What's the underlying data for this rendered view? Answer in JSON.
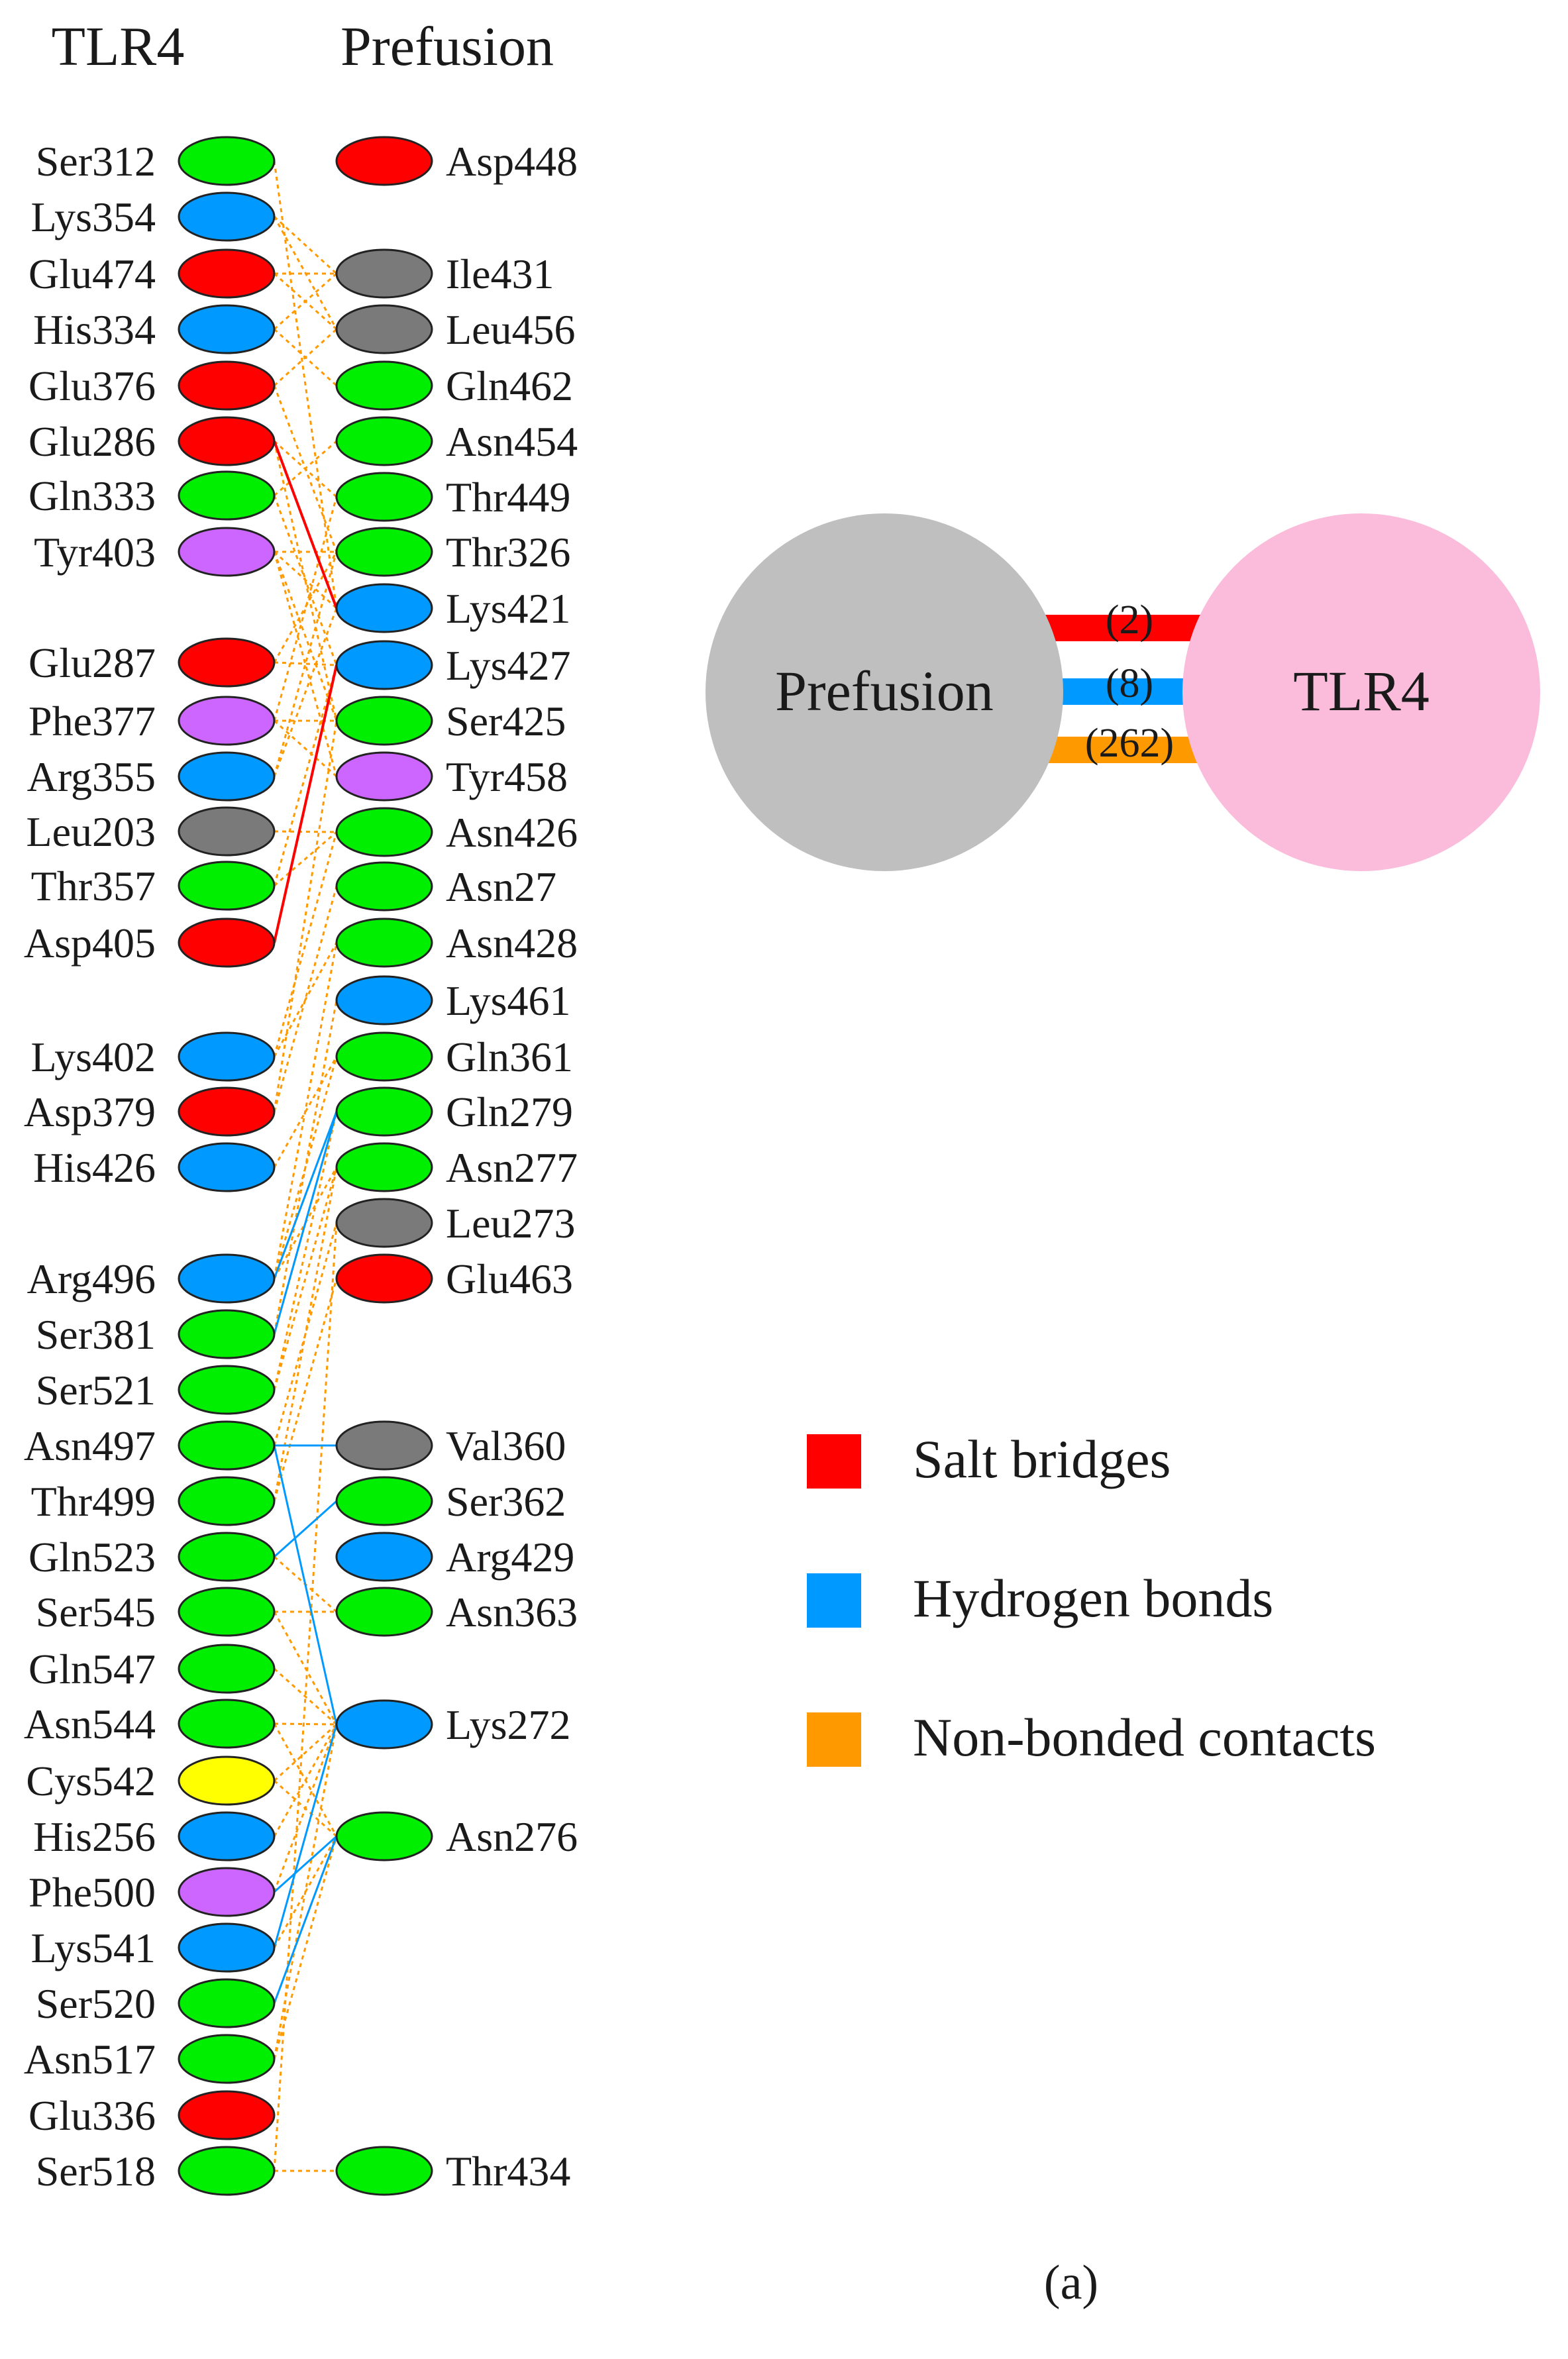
{
  "headers": {
    "left": "TLR4",
    "right": "Prefusion"
  },
  "colors": {
    "green": "#00ee00",
    "blue": "#0099ff",
    "red": "#ff0000",
    "grey": "#7a7a7a",
    "purple": "#cc66ff",
    "yellow": "#ffff00",
    "salt_bridge": "#ff0000",
    "hydrogen_bond": "#0099ff",
    "non_bonded": "#ff9900",
    "prefusion_node": "#bfbfbf",
    "tlr4_node": "#fbbcdc"
  },
  "tlr4_residues": [
    {
      "name": "Ser312",
      "color": "green"
    },
    {
      "name": "Lys354",
      "color": "blue"
    },
    {
      "name": "Glu474",
      "color": "red"
    },
    {
      "name": "His334",
      "color": "blue"
    },
    {
      "name": "Glu376",
      "color": "red"
    },
    {
      "name": "Glu286",
      "color": "red"
    },
    {
      "name": "Gln333",
      "color": "green"
    },
    {
      "name": "Tyr403",
      "color": "purple"
    },
    {
      "name": "Glu287",
      "color": "red"
    },
    {
      "name": "Phe377",
      "color": "purple"
    },
    {
      "name": "Arg355",
      "color": "blue"
    },
    {
      "name": "Leu203",
      "color": "grey"
    },
    {
      "name": "Thr357",
      "color": "green"
    },
    {
      "name": "Asp405",
      "color": "red"
    },
    {
      "name": "Lys402",
      "color": "blue"
    },
    {
      "name": "Asp379",
      "color": "red"
    },
    {
      "name": "His426",
      "color": "blue"
    },
    {
      "name": "Arg496",
      "color": "blue"
    },
    {
      "name": "Ser381",
      "color": "green"
    },
    {
      "name": "Ser521",
      "color": "green"
    },
    {
      "name": "Asn497",
      "color": "green"
    },
    {
      "name": "Thr499",
      "color": "green"
    },
    {
      "name": "Gln523",
      "color": "green"
    },
    {
      "name": "Ser545",
      "color": "green"
    },
    {
      "name": "Gln547",
      "color": "green"
    },
    {
      "name": "Asn544",
      "color": "green"
    },
    {
      "name": "Cys542",
      "color": "yellow"
    },
    {
      "name": "His256",
      "color": "blue"
    },
    {
      "name": "Phe500",
      "color": "purple"
    },
    {
      "name": "Lys541",
      "color": "blue"
    },
    {
      "name": "Ser520",
      "color": "green"
    },
    {
      "name": "Asn517",
      "color": "green"
    },
    {
      "name": "Glu336",
      "color": "red"
    },
    {
      "name": "Ser518",
      "color": "green"
    }
  ],
  "prefusion_residues": [
    {
      "name": "Asp448",
      "color": "red"
    },
    {
      "name": "Ile431",
      "color": "grey"
    },
    {
      "name": "Leu456",
      "color": "grey"
    },
    {
      "name": "Gln462",
      "color": "green"
    },
    {
      "name": "Asn454",
      "color": "green"
    },
    {
      "name": "Thr449",
      "color": "green"
    },
    {
      "name": "Thr326",
      "color": "green"
    },
    {
      "name": "Lys421",
      "color": "blue"
    },
    {
      "name": "Lys427",
      "color": "blue"
    },
    {
      "name": "Ser425",
      "color": "green"
    },
    {
      "name": "Tyr458",
      "color": "purple"
    },
    {
      "name": "Asn426",
      "color": "green"
    },
    {
      "name": "Asn27",
      "color": "green"
    },
    {
      "name": "Asn428",
      "color": "green"
    },
    {
      "name": "Lys461",
      "color": "blue"
    },
    {
      "name": "Gln361",
      "color": "green"
    },
    {
      "name": "Gln279",
      "color": "green"
    },
    {
      "name": "Asn277",
      "color": "green"
    },
    {
      "name": "Leu273",
      "color": "grey"
    },
    {
      "name": "Glu463",
      "color": "red"
    },
    {
      "name": "Val360",
      "color": "grey"
    },
    {
      "name": "Ser362",
      "color": "green"
    },
    {
      "name": "Arg429",
      "color": "blue"
    },
    {
      "name": "Asn363",
      "color": "green"
    },
    {
      "name": "Lys272",
      "color": "blue"
    },
    {
      "name": "Asn276",
      "color": "green"
    },
    {
      "name": "Thr434",
      "color": "green"
    }
  ],
  "interactions": {
    "salt_bridges": [
      [
        "Glu286",
        "Lys421"
      ],
      [
        "Asp405",
        "Lys427"
      ]
    ],
    "hydrogen_bonds": [
      [
        "Arg496",
        "Gln279"
      ],
      [
        "Ser381",
        "Gln279"
      ],
      [
        "Asn497",
        "Val360"
      ],
      [
        "Gln523",
        "Ser362"
      ],
      [
        "Asn497",
        "Lys272"
      ],
      [
        "Lys541",
        "Lys272"
      ],
      [
        "Ser520",
        "Asn276"
      ],
      [
        "Phe500",
        "Asn276"
      ]
    ],
    "non_bonded": [
      [
        "Ser312",
        "Lys421"
      ],
      [
        "Lys354",
        "Leu456"
      ],
      [
        "Lys354",
        "Ile431"
      ],
      [
        "Glu474",
        "Leu456"
      ],
      [
        "Glu474",
        "Ile431"
      ],
      [
        "His334",
        "Gln462"
      ],
      [
        "His334",
        "Ile431"
      ],
      [
        "Glu376",
        "Leu456"
      ],
      [
        "Glu376",
        "Thr326"
      ],
      [
        "Glu286",
        "Thr449"
      ],
      [
        "Glu286",
        "Ser425"
      ],
      [
        "Gln333",
        "Asn454"
      ],
      [
        "Gln333",
        "Lys427"
      ],
      [
        "Tyr403",
        "Thr326"
      ],
      [
        "Tyr403",
        "Lys421"
      ],
      [
        "Tyr403",
        "Tyr458"
      ],
      [
        "Tyr403",
        "Ser425"
      ],
      [
        "Glu287",
        "Thr326"
      ],
      [
        "Glu287",
        "Lys427"
      ],
      [
        "Phe377",
        "Thr449"
      ],
      [
        "Phe377",
        "Tyr458"
      ],
      [
        "Phe377",
        "Ser425"
      ],
      [
        "Arg355",
        "Thr326"
      ],
      [
        "Arg355",
        "Lys421"
      ],
      [
        "Leu203",
        "Asn426"
      ],
      [
        "Thr357",
        "Lys427"
      ],
      [
        "Thr357",
        "Asn426"
      ],
      [
        "Asp405",
        "Lys427"
      ],
      [
        "Lys402",
        "Asn426"
      ],
      [
        "Lys402",
        "Asn428"
      ],
      [
        "Asp379",
        "Asn27"
      ],
      [
        "Asp379",
        "Ser425"
      ],
      [
        "His426",
        "Gln361"
      ],
      [
        "Arg496",
        "Gln361"
      ],
      [
        "Arg496",
        "Gln279"
      ],
      [
        "Arg496",
        "Asn277"
      ],
      [
        "Arg496",
        "Asn428"
      ],
      [
        "Ser381",
        "Gln279"
      ],
      [
        "Ser381",
        "Lys461"
      ],
      [
        "Ser521",
        "Asn277"
      ],
      [
        "Ser521",
        "Gln279"
      ],
      [
        "Asn497",
        "Leu273"
      ],
      [
        "Thr499",
        "Glu463"
      ],
      [
        "Thr499",
        "Asn277"
      ],
      [
        "Gln523",
        "Asn363"
      ],
      [
        "Ser545",
        "Asn363"
      ],
      [
        "Ser545",
        "Lys272"
      ],
      [
        "Gln547",
        "Lys272"
      ],
      [
        "Asn544",
        "Lys272"
      ],
      [
        "Asn544",
        "Asn276"
      ],
      [
        "Cys542",
        "Lys272"
      ],
      [
        "Cys542",
        "Asn276"
      ],
      [
        "His256",
        "Lys272"
      ],
      [
        "Phe500",
        "Lys272"
      ],
      [
        "Lys541",
        "Asn276"
      ],
      [
        "Ser520",
        "Asn276"
      ],
      [
        "Asn517",
        "Asn276"
      ],
      [
        "Asn517",
        "Lys272"
      ],
      [
        "Ser518",
        "Thr434"
      ],
      [
        "Ser518",
        "Leu273"
      ]
    ]
  },
  "summary": {
    "left_node": "Prefusion",
    "right_node": "TLR4",
    "counts": [
      {
        "label": "(2)",
        "type": "salt_bridge"
      },
      {
        "label": "(8)",
        "type": "hydrogen_bond"
      },
      {
        "label": "(262)",
        "type": "non_bonded"
      }
    ]
  },
  "legend": [
    {
      "label": "Salt bridges",
      "type": "salt_bridge"
    },
    {
      "label": "Hydrogen bonds",
      "type": "hydrogen_bond"
    },
    {
      "label": "Non-bonded contacts",
      "type": "non_bonded"
    }
  ],
  "caption": "(a)"
}
